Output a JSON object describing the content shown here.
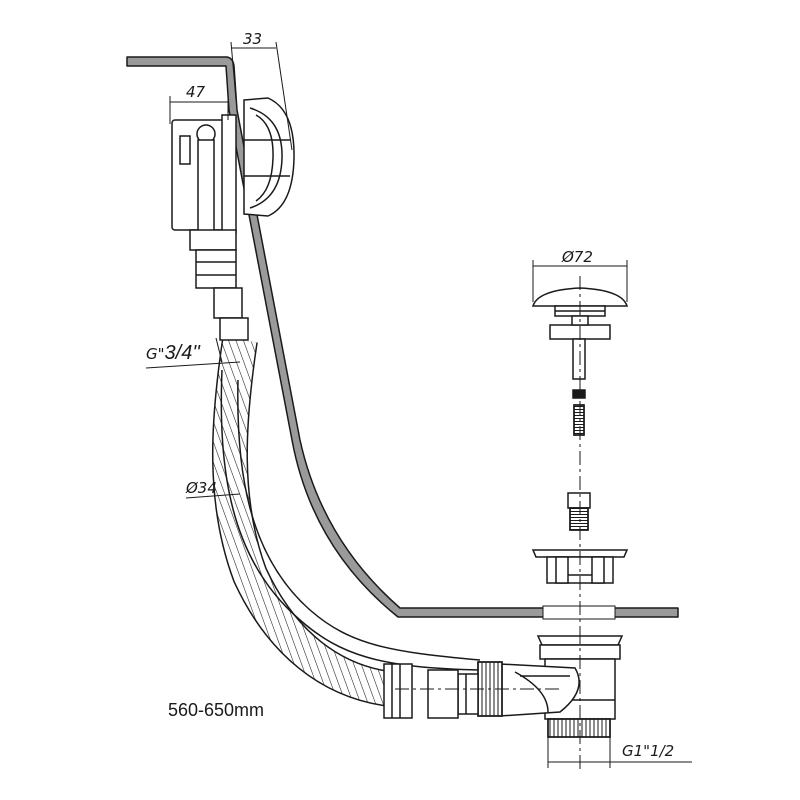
{
  "labels": {
    "dim_overflow_depth": "33",
    "dim_body_width": "47",
    "dim_thread_prefix": "G\"",
    "dim_thread_size": "3/4''",
    "dim_hose_diameter": "Ø34",
    "dim_plug_diameter": "Ø72",
    "dim_outlet_thread": "G1\"1/2",
    "length_range": "560-650mm"
  },
  "colors": {
    "line": "#1a1a1a",
    "tub_fill": "#9a9a9a",
    "background": "#ffffff"
  }
}
